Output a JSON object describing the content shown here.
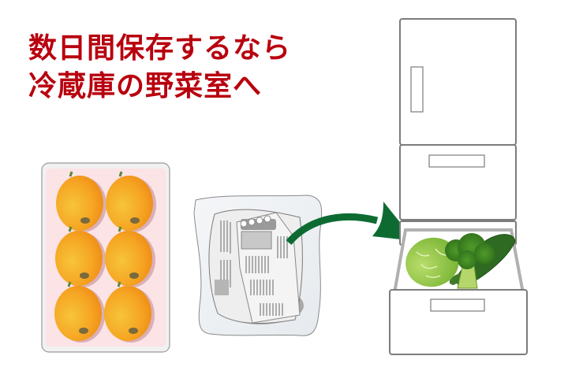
{
  "headline": {
    "line1": "数日間保存するなら",
    "line2": "冷蔵庫の野菜室へ",
    "color": "#b8000e"
  },
  "illustration": {
    "tray": {
      "fruit": "loquat",
      "count": 6,
      "tray_color": "#fbe3e6"
    },
    "wrapped_package": "newspaper-wrapped fruit in plastic bag",
    "arrow_color": "#0d6b32",
    "refrigerator": {
      "open_compartment": "vegetable drawer",
      "contents": [
        "cabbage",
        "broccoli",
        "cucumber"
      ]
    }
  }
}
